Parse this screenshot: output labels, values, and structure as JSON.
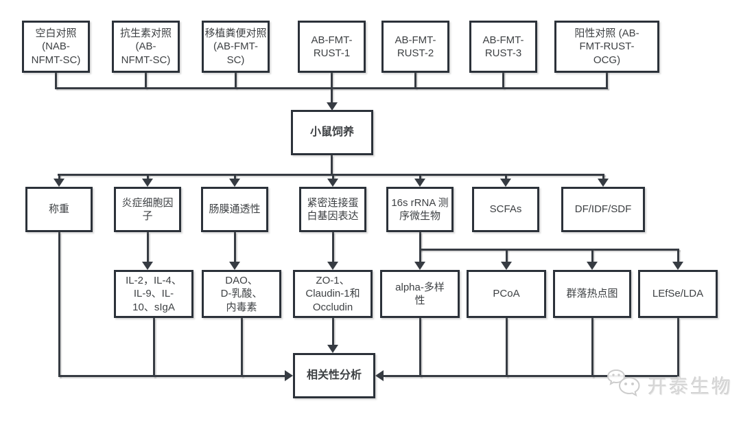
{
  "flowchart": {
    "groups_row": [
      {
        "label": "空白对照\n(NAB-\nNFMT-SC)"
      },
      {
        "label": "抗生素对照\n(AB-\nNFMT-SC)"
      },
      {
        "label": "移植粪便对照\n(AB-FMT-\nSC)"
      },
      {
        "label": "AB-FMT-\nRUST-1"
      },
      {
        "label": "AB-FMT-\nRUST-2"
      },
      {
        "label": "AB-FMT-\nRUST-3"
      },
      {
        "label": "阳性对照 (AB-\nFMT-RUST-\nOCG)"
      }
    ],
    "feeding": {
      "label": "小鼠饲养"
    },
    "measures_row": [
      {
        "label": "称重"
      },
      {
        "label": "炎症细胞因\n子"
      },
      {
        "label": "肠膜通透性"
      },
      {
        "label": "紧密连接蛋\n白基因表达"
      },
      {
        "label": "16s rRNA 测\n序微生物"
      },
      {
        "label": "SCFAs"
      },
      {
        "label": "DF/IDF/SDF"
      }
    ],
    "detail_row": [
      {
        "label": "IL-2，IL-4、\nIL-9、IL-\n10、sIgA"
      },
      {
        "label": "DAO、\nD-乳酸、\n内毒素"
      },
      {
        "label": "ZO-1、\nClaudin-1和\nOccludin"
      },
      {
        "label": "alpha-多样\n性"
      },
      {
        "label": "PCoA"
      },
      {
        "label": "群落热点图"
      },
      {
        "label": "LEfSe/LDA"
      }
    ],
    "analysis": {
      "label": "相关性分析"
    },
    "watermark": {
      "label": "开泰生物",
      "icon": "wechat-logo-icon"
    }
  },
  "colors": {
    "box_border": "#2b3139",
    "connector": "#363b42",
    "text": "#3d4043",
    "watermark_text": "#d8d8d8",
    "background": "#ffffff"
  }
}
